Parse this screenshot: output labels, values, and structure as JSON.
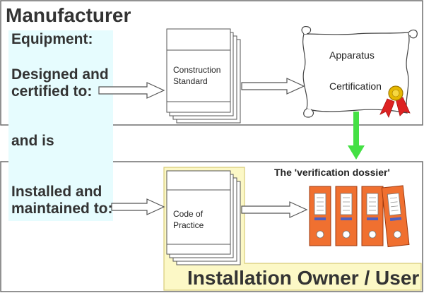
{
  "manufacturer": {
    "title": "Manufacturer"
  },
  "left_panel": {
    "equipment": "Equipment:",
    "designed_line1": "Designed and",
    "designed_line2": "certified to:",
    "and_is": "and is",
    "installed_line1": "Installed and",
    "installed_line2": "maintained to:"
  },
  "construction_standard": {
    "line1": "Construction",
    "line2": "Standard"
  },
  "certificate": {
    "line1": "Apparatus",
    "line2": "Certification"
  },
  "code_of_practice": {
    "line1": "Code of",
    "line2": "Practice"
  },
  "dossier": {
    "label": "The 'verification dossier'",
    "binder_count": 4,
    "binder_color": "#f07030"
  },
  "installation": {
    "title": "Installation Owner / User"
  },
  "colors": {
    "left_panel_bg": "#e6fcfe",
    "installation_bg": "#fcf8c6",
    "installation_border": "#d8cc78",
    "transfer_arrow": "#44e044",
    "seal_red": "#dd2222",
    "seal_gold": "#e6b800"
  }
}
